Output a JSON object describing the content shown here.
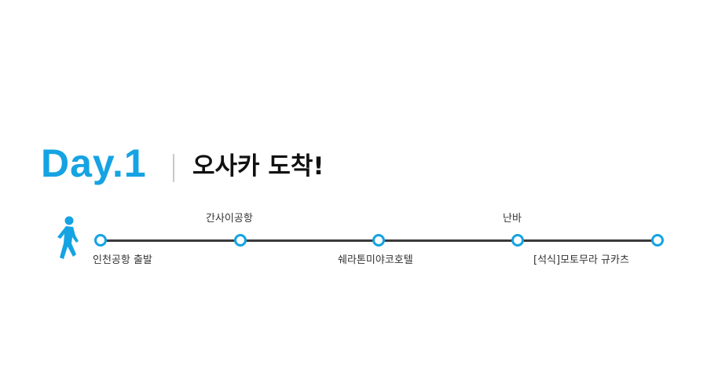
{
  "header": {
    "day_label": "Day.1",
    "title": "오사카 도착!",
    "accent_color": "#15a3e3"
  },
  "timeline": {
    "icon": "walking-person-icon",
    "stops": [
      {
        "name": "인천공항 출발",
        "position": "below"
      },
      {
        "name": "간사이공항",
        "position": "above"
      },
      {
        "name": "쉐라톤미야코호텔",
        "position": "below"
      },
      {
        "name": "난바",
        "position": "above"
      },
      {
        "name": "[석식]모토무라 규카츠",
        "position": "below"
      }
    ]
  }
}
